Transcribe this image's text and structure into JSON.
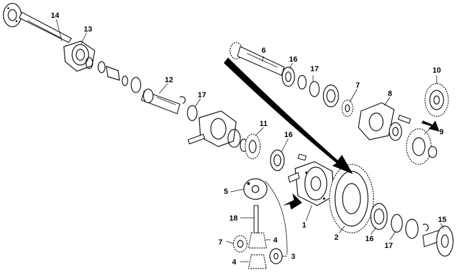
{
  "diagram": {
    "callouts": {
      "c1": "1",
      "c2": "2",
      "c3": "3",
      "c4a": "4",
      "c4b": "4",
      "c5": "5",
      "c6": "6",
      "c7a": "7",
      "c7b": "7",
      "c8": "8",
      "c9": "9",
      "c10": "10",
      "c11": "11",
      "c12": "12",
      "c13": "13",
      "c14": "14",
      "c15": "15",
      "c16a": "16",
      "c16b": "16",
      "c16c": "16",
      "c17a": "17",
      "c17b": "17",
      "c17c": "17",
      "c18": "18"
    }
  }
}
